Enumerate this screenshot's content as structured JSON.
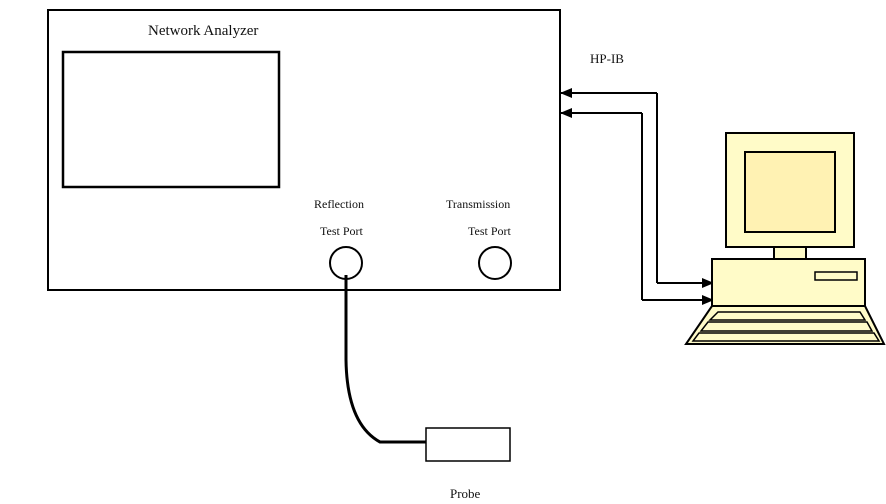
{
  "analyzer": {
    "title": "Network Analyzer",
    "reflection_label": "Reflection",
    "reflection_port_label": "Test Port",
    "transmission_label": "Transmission",
    "transmission_port_label": "Test Port"
  },
  "bus": {
    "label": "HP-IB"
  },
  "probe": {
    "label": "Probe"
  },
  "colors": {
    "line": "#000000",
    "computer_fill": "#fffbc8",
    "screen_fill": "#fff2b3",
    "background": "#ffffff"
  },
  "icons": {
    "computer": "desktop-computer-icon"
  }
}
